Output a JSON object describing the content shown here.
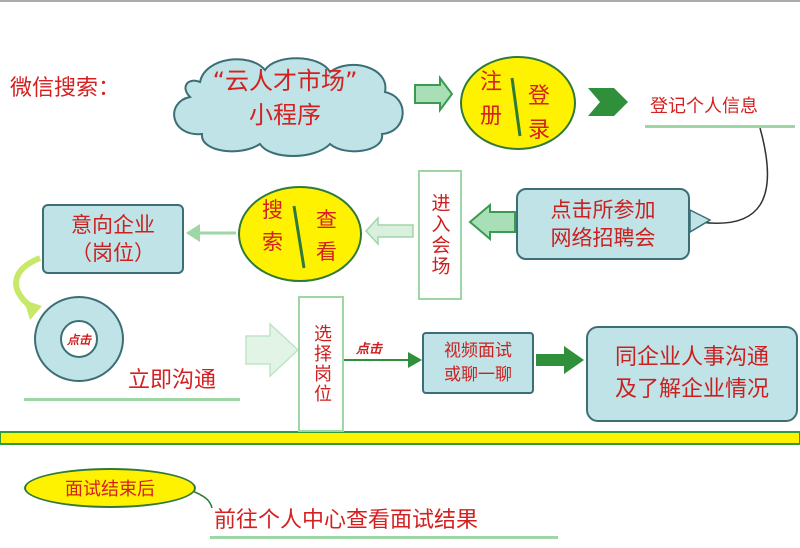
{
  "diagram": {
    "search_label": "微信搜索：",
    "cloud_line1": "“云人才市场”",
    "cloud_line2": "小程序",
    "register_top": "注",
    "register_bottom": "册",
    "login_top": "登",
    "login_bottom": "录",
    "register_info": "登记个人信息",
    "click_fair_line1": "点击所参加",
    "click_fair_line2": "网络招聘会",
    "enter_venue": "进入会场",
    "search_top": "搜",
    "search_bottom": "索",
    "view_top": "查",
    "view_bottom": "看",
    "target_company_line1": "意向企业",
    "target_company_line2": "（岗位）",
    "click_text": "点击",
    "instant_chat": "立即沟通",
    "choose_position": "选择岗位",
    "click_text_2": "点击",
    "video_line1": "视频面试",
    "video_line2": "或聊一聊",
    "hr_line1": "同企业人事沟通",
    "hr_line2": "及了解企业情况",
    "after_interview": "面试结束后",
    "view_result": "前往个人中心查看面试结果"
  },
  "colors": {
    "text_red": "#cc1f1f",
    "box_fill": "#bfe3e6",
    "box_border": "#3b6f75",
    "oval_yellow": "#fff200",
    "arrow_green": "#2f8f3a",
    "light_green": "#9fd6a6"
  }
}
